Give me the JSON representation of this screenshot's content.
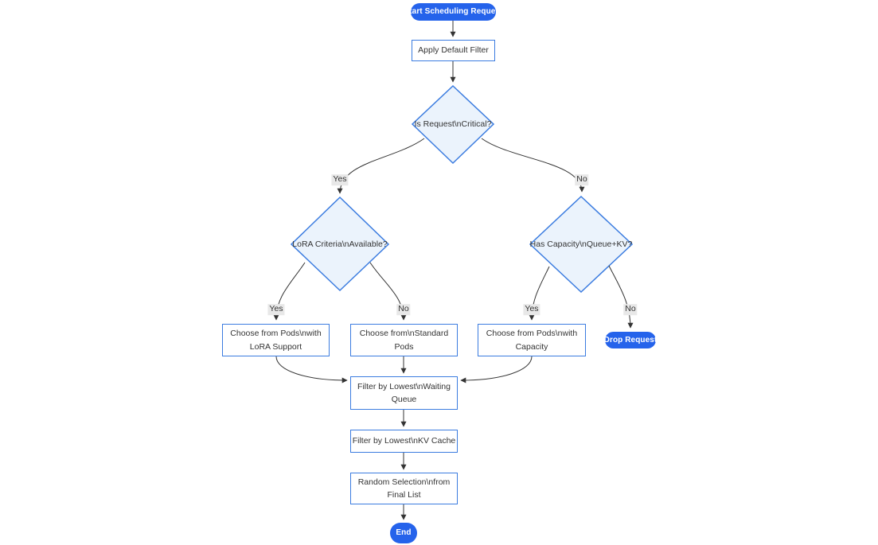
{
  "diagram": {
    "type": "flowchart",
    "direction": "top-down"
  },
  "nodes": {
    "start": {
      "label": "Start Scheduling Request",
      "shape": "stadium"
    },
    "apply_filter": {
      "label": "Apply Default Filter",
      "shape": "rect"
    },
    "is_critical": {
      "label": "Is Request\\nCritical?",
      "shape": "diamond"
    },
    "lora_criteria": {
      "label": "LoRA Criteria\\nAvailable?",
      "shape": "diamond"
    },
    "has_capacity": {
      "label": "Has Capacity\\nQueue+KV?",
      "shape": "diamond"
    },
    "choose_lora_pods": {
      "label": "Choose from Pods\\nwith LoRA Support",
      "shape": "rect"
    },
    "choose_standard_pods": {
      "label": "Choose from\\nStandard Pods",
      "shape": "rect"
    },
    "choose_capacity_pods": {
      "label": "Choose from Pods\\nwith Capacity",
      "shape": "rect"
    },
    "drop_request": {
      "label": "Drop Request",
      "shape": "stadium"
    },
    "filter_waiting_queue": {
      "label": "Filter by Lowest\\nWaiting Queue",
      "shape": "rect"
    },
    "filter_kv_cache": {
      "label": "Filter by Lowest\\nKV Cache",
      "shape": "rect"
    },
    "random_selection": {
      "label": "Random Selection\\nfrom Final List",
      "shape": "rect"
    },
    "end": {
      "label": "End",
      "shape": "stadium"
    }
  },
  "edge_labels": {
    "critical_yes": "Yes",
    "critical_no": "No",
    "lora_yes": "Yes",
    "lora_no": "No",
    "capacity_yes": "Yes",
    "capacity_no": "No"
  },
  "colors": {
    "primary_blue": "#2563eb",
    "node_border_blue": "#3b7ce0",
    "diamond_fill": "#ebf3fc",
    "edge_line": "#333333",
    "edge_label_bg": "#e8e8e8",
    "text": "#333333"
  }
}
